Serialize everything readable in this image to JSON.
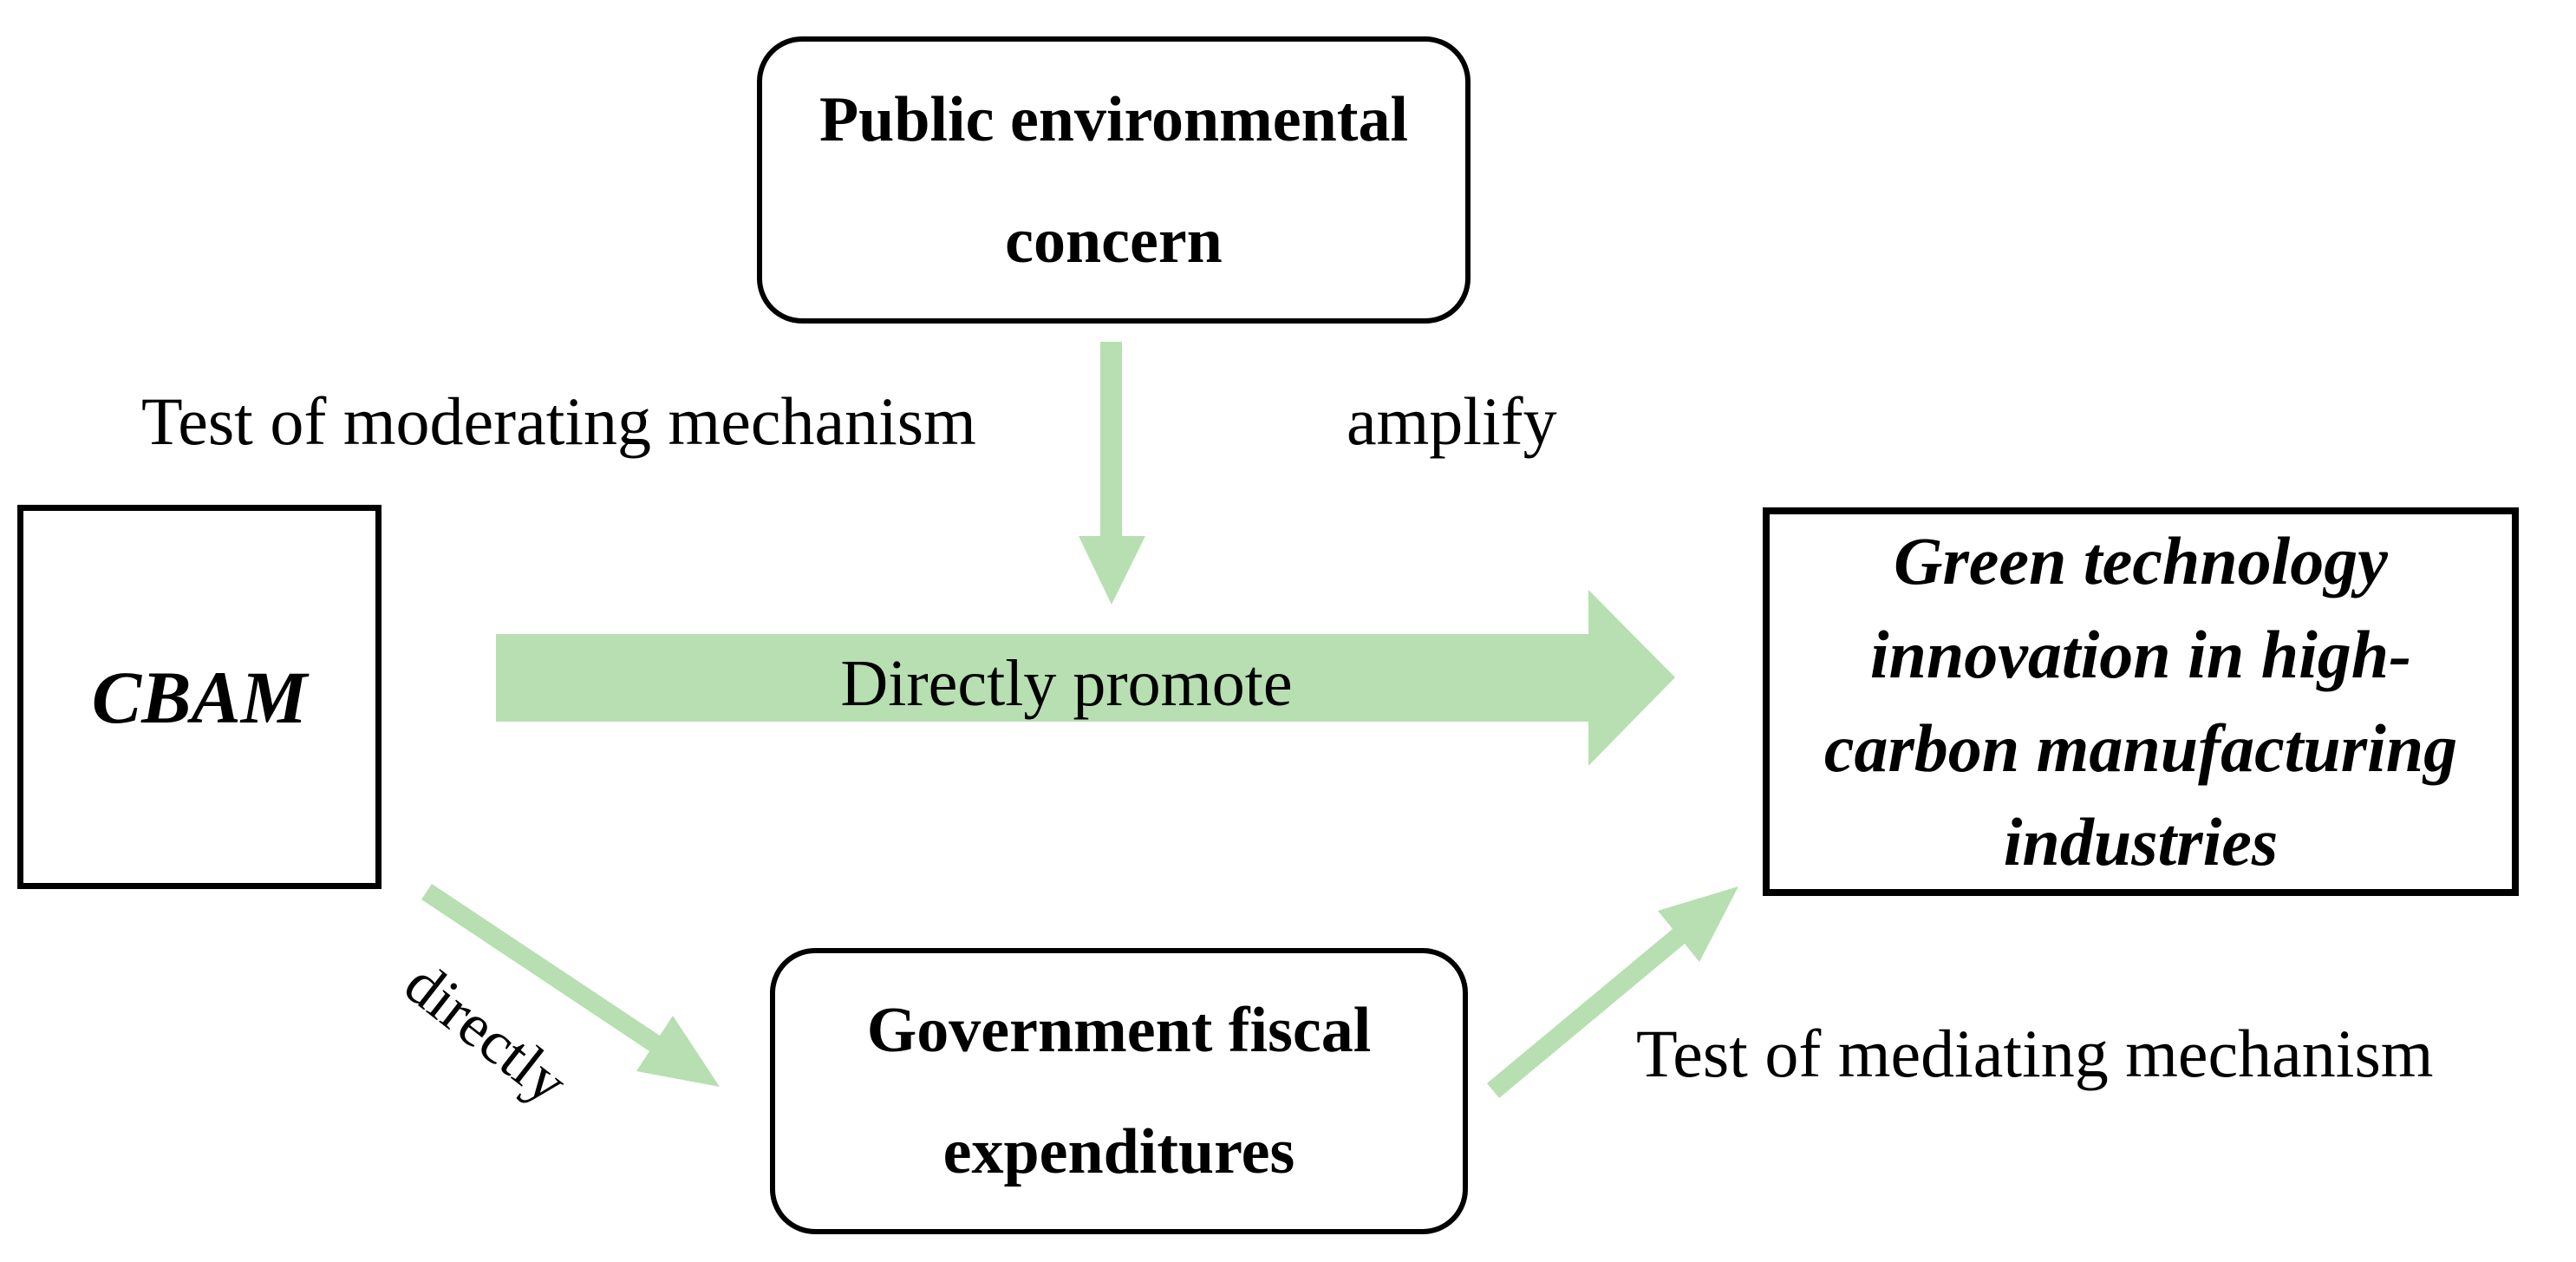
{
  "diagram_title": "CBAM green technology innovation mechanism diagram",
  "colors": {
    "arrow_green": "#b7dfb1",
    "box_border": "#000000",
    "text": "#000000",
    "background": "#ffffff"
  },
  "boxes": {
    "public_concern": {
      "line1": "Public environmental",
      "line2": "concern"
    },
    "cbam": {
      "label": "CBAM"
    },
    "green_innovation": {
      "line1": "Green technology",
      "line2": "innovation in high-",
      "line3": "carbon manufacturing",
      "line4": "industries"
    },
    "gov_fiscal": {
      "line1": "Government fiscal",
      "line2": "expenditures"
    }
  },
  "labels": {
    "moderating": "Test of moderating mechanism",
    "amplify": "amplify",
    "directly_promote": "Directly promote",
    "directly": "directly",
    "mediating": "Test of mediating mechanism"
  }
}
